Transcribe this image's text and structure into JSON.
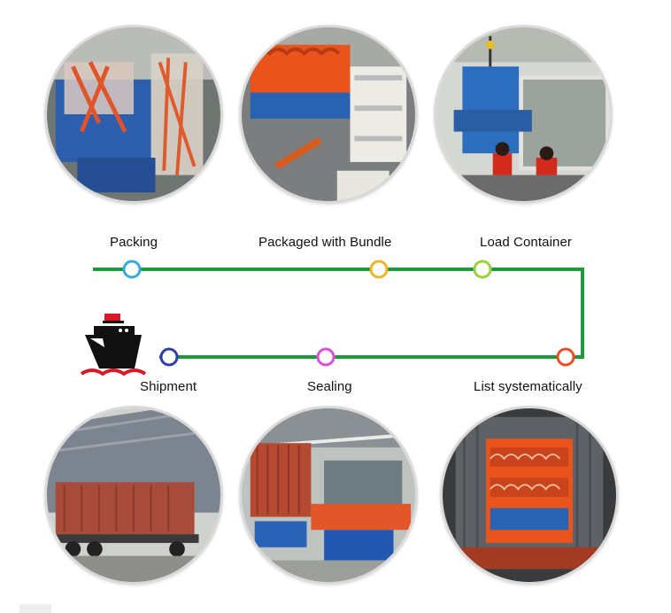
{
  "steps": {
    "packing": "Packing",
    "packaged_with_bundle": "Packaged with Bundle",
    "load_container": "Load Container",
    "list_systematically": "List systematically",
    "sealing": "Sealing",
    "shipment": "Shipment"
  },
  "colors": {
    "flow_line": "#1a9a3a",
    "packing_node": "#36a9dd",
    "bundle_node": "#f0b428",
    "container_node": "#9ad13a",
    "list_node": "#e4502a",
    "sealing_node": "#d850d8",
    "shipment_node": "#2f3fa8",
    "machine_orange": "#e8541c",
    "machine_blue": "#2157b3"
  },
  "icons": {
    "ship": "ship-icon"
  }
}
